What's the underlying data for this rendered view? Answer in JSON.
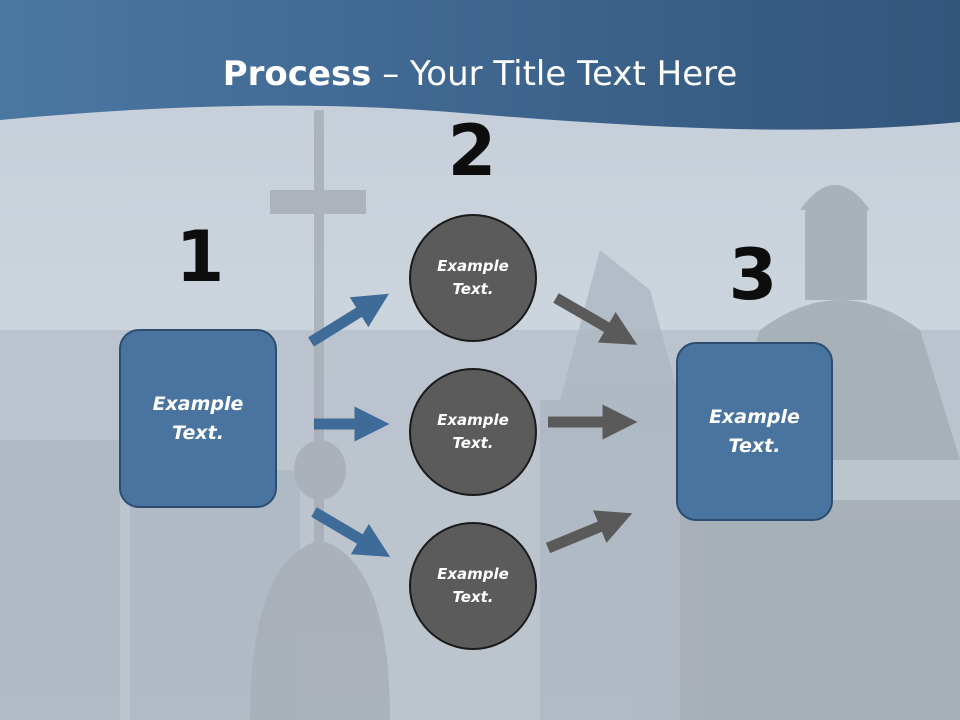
{
  "slide": {
    "title_bold": "Process",
    "title_rest": " – Your Title Text Here"
  },
  "steps": {
    "num1": "1",
    "num2": "2",
    "num3": "3"
  },
  "left_box": {
    "text": "Example Text."
  },
  "circles": [
    {
      "text": "Example Text."
    },
    {
      "text": "Example Text."
    },
    {
      "text": "Example Text."
    }
  ],
  "right_box": {
    "text": "Example Text."
  },
  "colors": {
    "header": "#3d6a96",
    "box_fill": "#4a74a0",
    "circle_fill": "#5b5b5b",
    "blue_arrow": "#3e6b98",
    "gray_arrow": "#5a5a5a"
  }
}
